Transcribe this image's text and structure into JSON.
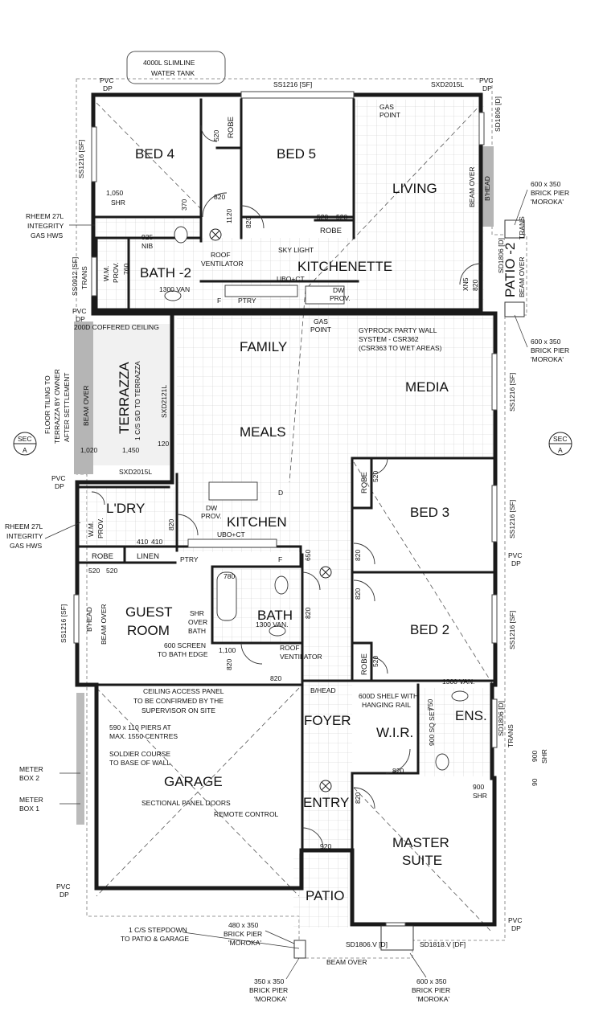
{
  "rooms": {
    "bed4": "BED 4",
    "bed5": "BED 5",
    "living": "LIVING",
    "kitchenette": "KITCHENETTE",
    "bath2": "BATH -2",
    "family": "FAMILY",
    "media": "MEDIA",
    "meals": "MEALS",
    "terrazza": "TERRAZZA",
    "terrazza_note": "1 C/S S/D TO TERRAZZA",
    "ldry": "L'DRY",
    "kitchen": "KITCHEN",
    "bed3": "BED 3",
    "bed2": "BED 2",
    "guest_room_1": "GUEST",
    "guest_room_2": "ROOM",
    "bath": "BATH",
    "foyer": "FOYER",
    "wir": "W.I.R.",
    "ens": "ENS.",
    "garage": "GARAGE",
    "entry": "ENTRY",
    "master_1": "MASTER",
    "master_2": "SUITE",
    "patio": "PATIO",
    "patio2": "PATIO -2",
    "robe": "ROBE",
    "linen": "LINEN"
  },
  "labels": {
    "water_tank_1": "4000L SLIMLINE",
    "water_tank_2": "WATER TANK",
    "pvc": "PVC",
    "dp": "DP",
    "ss1216_sf": "SS1216 [SF]",
    "sxd2015l": "SXD2015L",
    "sd1806_d": "SD1806 [D]",
    "ss1216_sf_v": "SS1216 [SF]",
    "gas_point": "GAS",
    "gas_point_2": "POINT",
    "shr_1050": "1,050",
    "shr": "SHR",
    "n820": "820",
    "n520": "520",
    "n370": "370",
    "n1120": "1120",
    "n925": "925",
    "nib": "NIB",
    "rheem_1": "RHEEM 27L",
    "rheem_2": "INTEGRITY",
    "rheem_3": "GAS HWS",
    "roof_vent_1": "ROOF",
    "roof_vent_2": "VENTILATOR",
    "sky_light": "SKY LIGHT",
    "ss0912": "SS0912 [SF]",
    "trans": "TRANS",
    "wm_prov_1": "W.M.",
    "wm_prov_2": "PROV.",
    "n760": "760",
    "n1300_van": "1300 VAN",
    "f": "F",
    "ptry": "PTRY",
    "ubo_ct": "UBO+CT",
    "dw_prov_1": "DW",
    "dw_prov_2": "PROV.",
    "xn5": "XN5",
    "beam_over": "BEAM OVER",
    "bhead": "B'HEAD",
    "brick_pier_600_1": "600 x 350",
    "brick_pier_600_2": "BRICK PIER",
    "brick_pier_600_3": "'MOROKA'",
    "coffered": "200D COFFERED CEILING",
    "gyprock_1": "GYPROCK PARTY WALL",
    "gyprock_2": "SYSTEM - CSR362",
    "gyprock_3": "(CSR363 TO WET AREAS)",
    "floor_tiling_1": "FLOOR TILING TO",
    "floor_tiling_2": "TERRAZZA BY OWNER",
    "floor_tiling_3": "AFTER SETTLEMENT",
    "sxd2121l": "SXD2121L",
    "sec": "SEC",
    "sec_a": "A",
    "n1020": "1,020",
    "n1450": "1,450",
    "n120": "120",
    "d": "D",
    "n410": "410",
    "n650": "650",
    "n780": "780",
    "shr_over_bath_1": "SHR",
    "shr_over_bath_2": "OVER",
    "shr_over_bath_3": "BATH",
    "n1300_van2": "1300 VAN.",
    "screen_1": "600 SCREEN",
    "screen_2": "TO BATH EDGE",
    "n1100": "1,100",
    "ceiling_access_1": "CEILING ACCESS PANEL",
    "ceiling_access_2": "TO BE CONFIRMED BY THE",
    "ceiling_access_3": "SUPERVISOR ON SITE",
    "bhead2": "B/HEAD",
    "shelf_1": "600D SHELF WITH",
    "shelf_2": "HANGING RAIL",
    "n1300_van3": "1300 VAN.",
    "piers_1": "590 x 110 PIERS AT",
    "piers_2": "MAX. 1550 CENTRES",
    "soldier_1": "SOLDIER COURSE",
    "soldier_2": "TO BASE OF WALL",
    "meter_box_2a": "METER",
    "meter_box_2b": "BOX 2",
    "meter_box_1a": "METER",
    "meter_box_1b": "BOX 1",
    "sectional": "SECTIONAL PANEL DOORS",
    "remote": "REMOTE CONTROL",
    "n900_sq_set": "900 SQ SET",
    "n900_shr": "900",
    "n900_v": "900",
    "n90": "90",
    "n750": "750",
    "n920": "920",
    "stepdown_1": "1 C/S STEPDOWN",
    "stepdown_2": "TO PATIO & GARAGE",
    "brick_480_1": "480 x 350",
    "brick_480_2": "BRICK PIER",
    "brick_480_3": "'MOROKA'",
    "sd1806v": "SD1806.V [D]",
    "sd1818v": "SD1818.V [DF]",
    "beam_over_bottom": "BEAM OVER",
    "brick_350_1": "350 x 350",
    "brick_350_2": "BRICK PIER",
    "brick_350_3": "'MOROKA'",
    "brick_600b_1": "600 x 350",
    "brick_600b_2": "BRICK PIER",
    "brick_600b_3": "'MOROKA'",
    "ss1216_right": "SS1216 [SF]",
    "sd1806_right": "SD1806 [D]"
  },
  "colors": {
    "wall": "#1a1a1a",
    "grid": "#c8c8c8",
    "beam": "#b5b5b5",
    "line": "#333333"
  }
}
